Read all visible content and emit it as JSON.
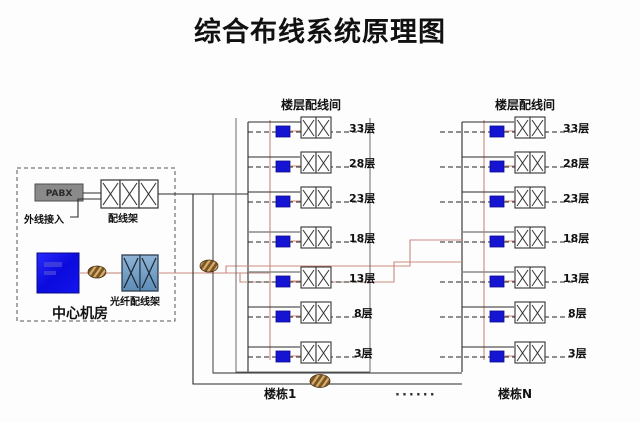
{
  "title": "综合布线系统原理图",
  "central_room": {
    "label": "中心机房",
    "pabx_label": "PABX",
    "external_line_label": "外线接入",
    "patch_panel_label": "配线架",
    "fiber_patch_panel_label": "光纤配线架",
    "server_name": "server-equipment",
    "fiber_splice_name": "fiber-splice-icon"
  },
  "buildings": [
    {
      "id": "building-1",
      "name": "楼栋1",
      "header": "楼层配线间",
      "floors": [
        {
          "label": "33层"
        },
        {
          "label": "28层"
        },
        {
          "label": "23层"
        },
        {
          "label": "18层"
        },
        {
          "label": "13层"
        },
        {
          "label": "8层"
        },
        {
          "label": "3层"
        }
      ]
    },
    {
      "id": "building-n",
      "name": "楼栋N",
      "header": "楼层配线间",
      "floors": [
        {
          "label": "33层"
        },
        {
          "label": "28层"
        },
        {
          "label": "23层"
        },
        {
          "label": "18层"
        },
        {
          "label": "13层"
        },
        {
          "label": "8层"
        },
        {
          "label": "3层"
        }
      ]
    }
  ],
  "separator_dots": "······",
  "colors": {
    "copper_trunk": "#2b2b2b",
    "fiber_trunk": "#c98b80",
    "switch_blue": "#1414d2",
    "fiber_panel_blue": "#6e9ec8",
    "server_blue": "#1a1aee",
    "pabx_gray": "#8a8a8a",
    "dashed_floor": "#222222",
    "room_border": "#555555"
  },
  "icon_names": {
    "switch": "network-switch-icon",
    "patch_panel": "patch-panel-icon",
    "fiber_splice": "fiber-splice-icon"
  }
}
